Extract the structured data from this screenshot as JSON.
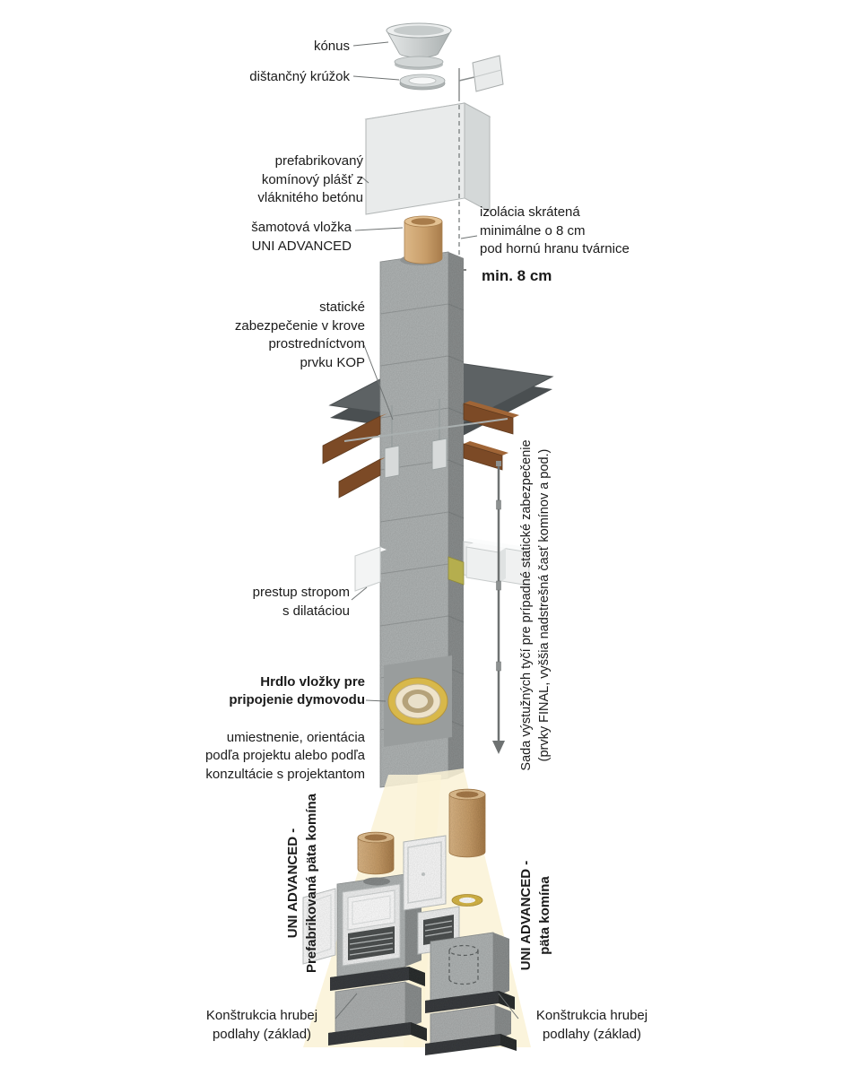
{
  "diagram": {
    "labels": {
      "konus": "kónus",
      "distancny_kruzok": "dištančný krúžok",
      "plast": "prefabrikovaný\nkomínový plášť z\nvláknitého betónu",
      "vlozka": "šamotová vložka\nUNI ADVANCED",
      "izolacia": "izolácia skrátená\nminimálne o 8 cm\npod hornú hranu tvárnice",
      "min8": "min. 8 cm",
      "staticke": "statické\nzabezpečenie v krove\nprostredníctvom\nprvku KOP",
      "prestup": "prestup stropom\ns dilatáciou",
      "hrdlo_title": "Hrdlo vložky pre\npripojenie dymovodu",
      "hrdlo_body": "umiestnenie, orientácia\npodľa projektu alebo podľa\nkonzultácie s projektantom",
      "sada": "Sada výstužných tyčí pre prípadné statické zabezpečenie\n(prvky FINAL, vyššia nadstrešná časť komínov a pod.)",
      "uni_left": "UNI ADVANCED -\nPrefabrikovaná päta komína",
      "uni_right": "UNI ADVANCED -\npäta komína",
      "zaklad_left": "Konštrukcia hrubej\npodlahy (základ)",
      "zaklad_right": "Konštrukcia hrubej\npodlahy (základ)"
    },
    "colors": {
      "block_front": "#b1b5b5",
      "wood": "#7c4a26",
      "insulation_yellow": "#d8b84a",
      "gasket_green": "#b5ae4e",
      "highlight": "#faf2d6",
      "liner_tan": "#c89e6a",
      "text": "#1b1b1b"
    }
  }
}
